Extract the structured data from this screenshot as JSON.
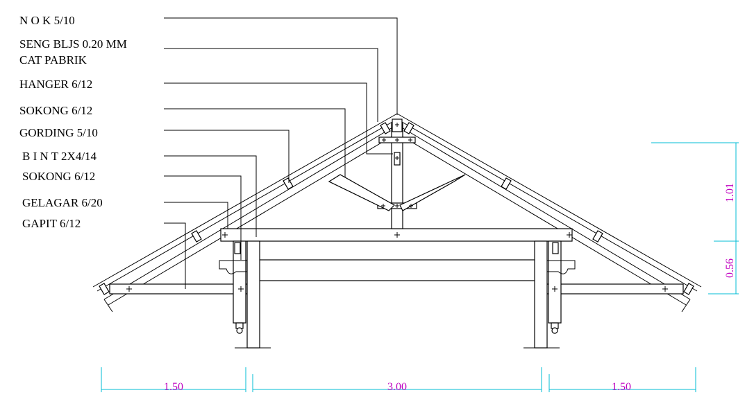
{
  "labels": [
    {
      "id": "nok",
      "text": "N O K  5/10"
    },
    {
      "id": "seng",
      "text": "SENG BLJS 0.20 MM"
    },
    {
      "id": "cat",
      "text": "CAT PABRIK"
    },
    {
      "id": "hanger",
      "text": "HANGER  6/12"
    },
    {
      "id": "sokong1",
      "text": "SOKONG  6/12"
    },
    {
      "id": "gording",
      "text": "GORDING  5/10"
    },
    {
      "id": "bint",
      "text": "B I N T  2X4/14"
    },
    {
      "id": "sokong2",
      "text": "SOKONG  6/12"
    },
    {
      "id": "gelagar",
      "text": "GELAGAR 6/20"
    },
    {
      "id": "gapit",
      "text": "GAPIT   6/12"
    }
  ],
  "dimensions": {
    "horizontal": [
      "1.50",
      "3.00",
      "1.50"
    ],
    "vertical": [
      "1.01",
      "0.56"
    ]
  },
  "colors": {
    "line": "#000000",
    "dimension_line": "#00bcd4",
    "dimension_text": "#c000c0"
  }
}
